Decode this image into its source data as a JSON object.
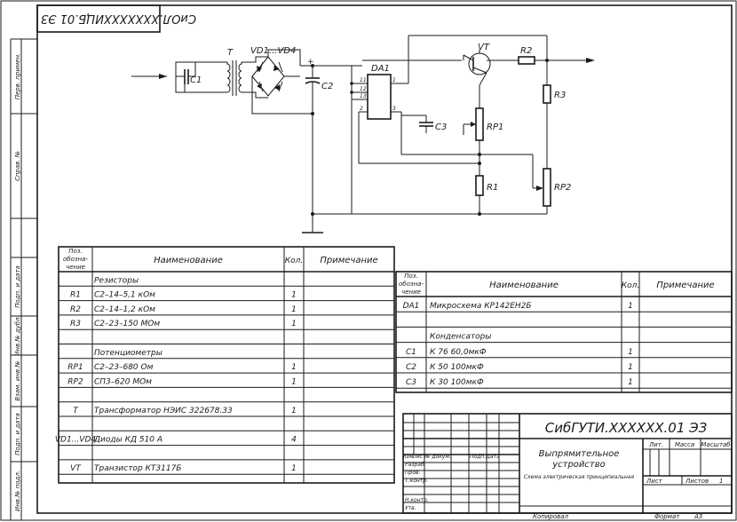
{
  "stamp_code": "СиОЛ.XXXXXXXИЦБ.01 ЭЗ",
  "margin_labels": [
    "Перв. примен.",
    "Справ. №",
    "Подп. и дата",
    "Инв.№ дубл.",
    "Взам. инв.№",
    "Подп. и дата",
    "Инв.№ подл."
  ],
  "schematic": {
    "C1": "C1",
    "T": "T",
    "VD": "VD1...VD4",
    "C2": "C2",
    "DA1": "DA1",
    "VT": "VT",
    "R2": "R2",
    "R3": "R3",
    "C3": "C3",
    "RP1": "RP1",
    "R1": "R1",
    "RP2": "RP2",
    "pins": [
      "11",
      "12",
      "13",
      "2",
      "3",
      "1"
    ],
    "polarity": "+"
  },
  "table1": {
    "headers": {
      "pos": "Поз. обозна- чение",
      "name": "Наименование",
      "qty": "Кол.",
      "note": "Примечание"
    },
    "rows": [
      {
        "pos": "",
        "name": "Резисторы",
        "qty": "",
        "head": true
      },
      {
        "pos": "R1",
        "name": "С2–14–5,1 кОм",
        "qty": "1"
      },
      {
        "pos": "R2",
        "name": "С2–14–1,2 кОм",
        "qty": "1"
      },
      {
        "pos": "R3",
        "name": "С2–23–150 МОм",
        "qty": "1"
      },
      {
        "pos": "",
        "name": "",
        "qty": ""
      },
      {
        "pos": "",
        "name": "Потенциометры",
        "qty": "",
        "head": true
      },
      {
        "pos": "RP1",
        "name": "С2–23–680 Ом",
        "qty": "1"
      },
      {
        "pos": "RP2",
        "name": "СП3–620 МОм",
        "qty": "1"
      },
      {
        "pos": "",
        "name": "",
        "qty": ""
      },
      {
        "pos": "T",
        "name": "Трансформатор  НЭИС 322678.33",
        "qty": "1"
      },
      {
        "pos": "",
        "name": "",
        "qty": ""
      },
      {
        "pos": "VD1...VD4",
        "name": "Диоды КД 510 А",
        "qty": "4"
      },
      {
        "pos": "",
        "name": "",
        "qty": ""
      },
      {
        "pos": "VT",
        "name": "Транзистор КТ3117Б",
        "qty": "1"
      }
    ]
  },
  "table2": {
    "headers": {
      "pos": "Поз. обозна- чение",
      "name": "Наименование",
      "qty": "Кол.",
      "note": "Примечание"
    },
    "rows": [
      {
        "pos": "DA1",
        "name": "Микросхема КР142ЕН2Б",
        "qty": "1"
      },
      {
        "pos": "",
        "name": "",
        "qty": ""
      },
      {
        "pos": "",
        "name": "Конденсаторы",
        "qty": "",
        "head": true
      },
      {
        "pos": "C1",
        "name": "К 76 60,0мкФ",
        "qty": "1"
      },
      {
        "pos": "C2",
        "name": "К 50 100мкФ",
        "qty": "1"
      },
      {
        "pos": "C3",
        "name": "К 30 100мкФ",
        "qty": "1"
      }
    ]
  },
  "title_block": {
    "code": "СибГУТИ.XXXXXX.01 ЭЗ",
    "title_line1": "Выпрямительное",
    "title_line2": "устройство",
    "subtitle": "Схема электрическая принципиальная",
    "lit": "Лит.",
    "mass": "Масса",
    "scale": "Масштаб",
    "sheet": "Лист",
    "sheets": "Листов",
    "sheets_count": "1",
    "cols": [
      "Изм.",
      "Лист",
      "№ докум.",
      "Подп.",
      "Дата"
    ],
    "roles": [
      "Разраб.",
      "Пров.",
      "Т.контр.",
      "",
      "Н.контр.",
      "Утв."
    ],
    "copied": "Копировал",
    "format": "Формат",
    "format_value": "А3"
  }
}
